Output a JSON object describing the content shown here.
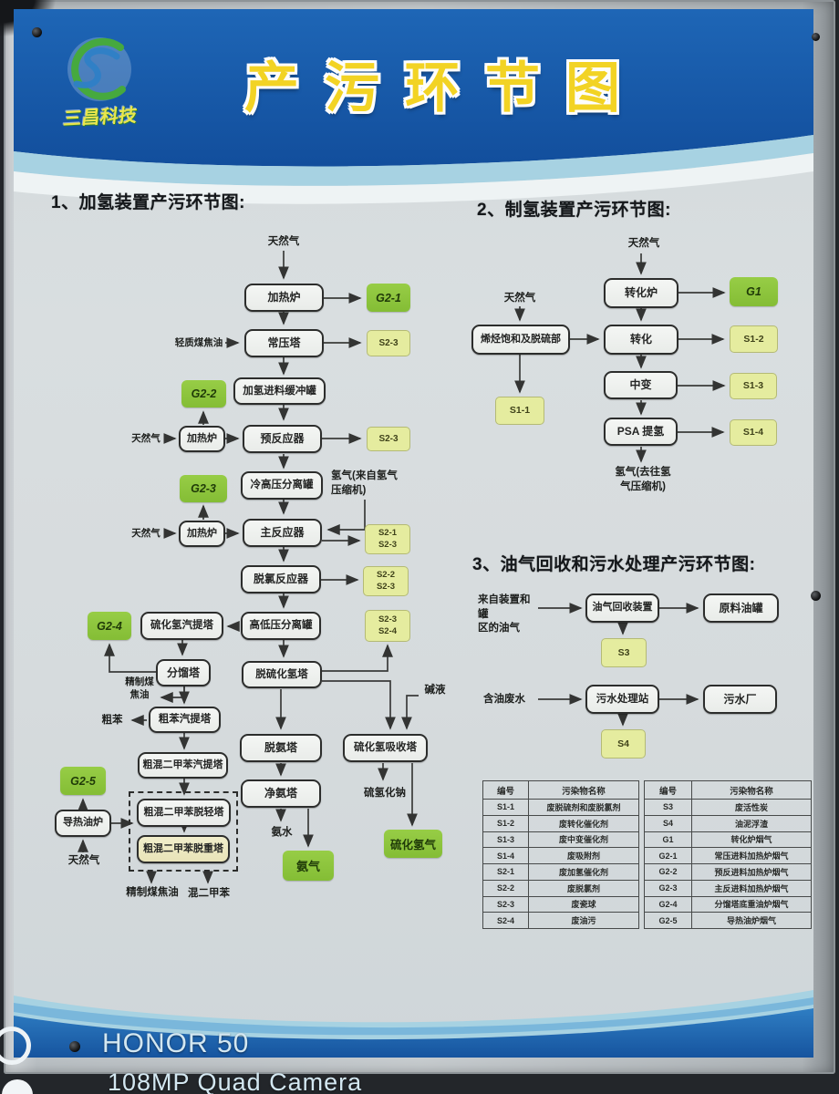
{
  "header": {
    "logo_name": "三昌科技",
    "title": "产污环节图"
  },
  "watermark": {
    "line1": "HONOR 50",
    "line2": "108MP Quad Camera"
  },
  "colors": {
    "header_blue": "#1a5dab",
    "wave_cyan": "#a7d2e2",
    "board_bg": "#d7dcde",
    "green_tag": "#8cc63f",
    "yellow_tag": "#e5ec9f",
    "title_yellow": "#f2d324"
  },
  "flow1": {
    "title": "1、加氢装置产污环节图:",
    "labels": {
      "natural_gas_1": "天然气",
      "light_coal_tar": "轻质煤焦油",
      "natural_gas_2": "天然气",
      "natural_gas_3": "天然气",
      "natural_gas_4": "天然气",
      "hydrogen_from_compressor": "氢气(来自氢气\n压缩机)",
      "caustic": "碱液",
      "refined_coal_tar_side": "精制煤\n焦油",
      "crude_benzene": "粗苯",
      "ammonia_water": "氨水",
      "sodium_hydrosulfide": "硫氢化钠",
      "refined_coal_tar_bottom": "精制煤焦油",
      "mixed_xylene": "混二甲苯"
    },
    "boxes": {
      "heater_top": "加热炉",
      "atm_tower": "常压塔",
      "feed_buffer_tank": "加氢进料缓冲罐",
      "heater_pre": "加热炉",
      "pre_reactor": "预反应器",
      "cold_hp_separator": "冷高压分离罐",
      "heater_main": "加热炉",
      "main_reactor": "主反应器",
      "dechlor_reactor": "脱氯反应器",
      "hl_pressure_separator": "高低压分离罐",
      "h2s_stripper": "硫化氢汽提塔",
      "fractionator": "分馏塔",
      "crude_benzene_stripper": "粗苯汽提塔",
      "xylene_stripper": "粗混二甲苯汽提塔",
      "xylene_delight": "粗混二甲苯脱轻塔",
      "xylene_deheavy": "粗混二甲苯脱重塔",
      "hot_oil_furnace": "导热油炉",
      "deh2s_tower": "脱硫化氢塔",
      "deammonia_tower": "脱氨塔",
      "ammonia_purify_tower": "净氨塔",
      "h2s_absorber": "硫化氢吸收塔"
    },
    "tags": {
      "g2_1": "G2-1",
      "g2_2": "G2-2",
      "g2_3": "G2-3",
      "g2_4": "G2-4",
      "g2_5": "G2-5",
      "s2_3a": "S2-3",
      "s2_3b": "S2-3",
      "s2_1_3": "S2-1\nS2-3",
      "s2_2_3": "S2-2\nS2-3",
      "s2_3_4": "S2-3\nS2-4",
      "ammonia_gas": "氨气",
      "h2s_gas": "硫化氢气"
    }
  },
  "flow2": {
    "title": "2、制氢装置产污环节图:",
    "labels": {
      "natural_gas_top": "天然气",
      "natural_gas_left": "天然气",
      "hydrogen_out": "氢气(去往氢\n气压缩机)"
    },
    "boxes": {
      "reformer_furnace": "转化炉",
      "olefin_sat_desulf": "烯烃饱和及脱硫部",
      "reforming": "转化",
      "mt_shift": "中变",
      "psa": "PSA 提氢"
    },
    "tags": {
      "g1": "G1",
      "s1_1": "S1-1",
      "s1_2": "S1-2",
      "s1_3": "S1-3",
      "s1_4": "S1-4"
    }
  },
  "flow3": {
    "title": "3、油气回收和污水处理产污环节图:",
    "labels": {
      "oil_gas_in": "来自装置和罐\n区的油气",
      "oily_wastewater": "含油废水"
    },
    "boxes": {
      "vapor_recovery": "油气回收装置",
      "raw_oil_tank": "原料油罐",
      "wastewater_station": "污水处理站",
      "wastewater_plant": "污水厂"
    },
    "tags": {
      "s3": "S3",
      "s4": "S4"
    }
  },
  "legend_tables": [
    {
      "headers": [
        "编号",
        "污染物名称"
      ],
      "rows": [
        [
          "S1-1",
          "废脱硫剂和废脱氯剂"
        ],
        [
          "S1-2",
          "废转化催化剂"
        ],
        [
          "S1-3",
          "废中变催化剂"
        ],
        [
          "S1-4",
          "废吸附剂"
        ],
        [
          "S2-1",
          "废加氢催化剂"
        ],
        [
          "S2-2",
          "废脱氯剂"
        ],
        [
          "S2-3",
          "废瓷球"
        ],
        [
          "S2-4",
          "废油污"
        ]
      ]
    },
    {
      "headers": [
        "编号",
        "污染物名称"
      ],
      "rows": [
        [
          "S3",
          "废活性炭"
        ],
        [
          "S4",
          "油泥浮渣"
        ],
        [
          "G1",
          "转化炉烟气"
        ],
        [
          "G2-1",
          "常压进料加热炉烟气"
        ],
        [
          "G2-2",
          "预反进料加热炉烟气"
        ],
        [
          "G2-3",
          "主反进料加热炉烟气"
        ],
        [
          "G2-4",
          "分馏塔底重油炉烟气"
        ],
        [
          "G2-5",
          "导热油炉烟气"
        ]
      ]
    }
  ]
}
